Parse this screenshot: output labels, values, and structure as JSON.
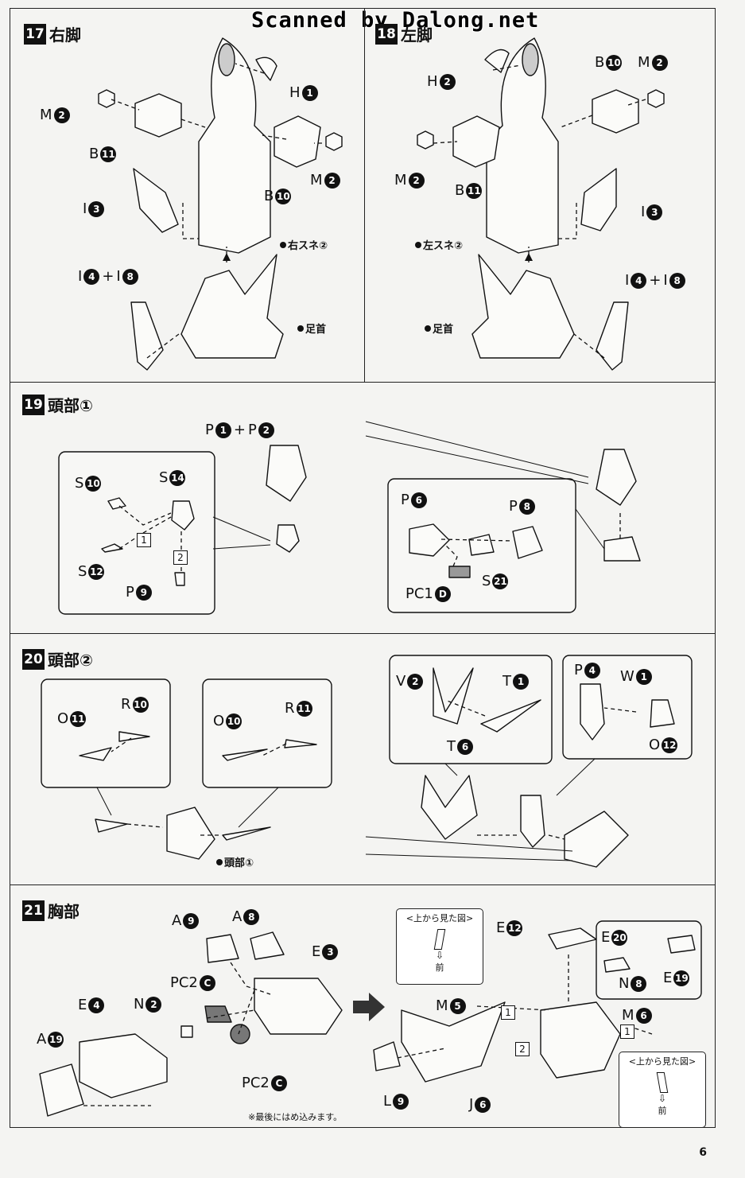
{
  "watermark": "Scanned by Dalong.net",
  "page_number": "6",
  "steps": {
    "s17": {
      "num": "17",
      "title": "右脚",
      "ref_shin": "右スネ②",
      "ref_ankle": "足首"
    },
    "s18": {
      "num": "18",
      "title": "左脚",
      "ref_shin": "左スネ②",
      "ref_ankle": "足首"
    },
    "s19": {
      "num": "19",
      "title": "頭部①"
    },
    "s20": {
      "num": "20",
      "title": "頭部②",
      "ref_head": "頭部①"
    },
    "s21": {
      "num": "21",
      "title": "胸部",
      "note": "※最後にはめ込みます。",
      "view_from_top_1": "<上から見た図>",
      "front_1": "前",
      "view_from_top_2": "<上から見た図>",
      "front_2": "前"
    }
  },
  "labels": {
    "H1": {
      "l": "H",
      "n": "1"
    },
    "M2a": {
      "l": "M",
      "n": "2"
    },
    "B11a": {
      "l": "B",
      "n": "11"
    },
    "B10a": {
      "l": "B",
      "n": "10"
    },
    "M2b": {
      "l": "M",
      "n": "2"
    },
    "I3a": {
      "l": "I",
      "n": "3"
    },
    "I4a": {
      "l": "I",
      "n": "4"
    },
    "I8a": {
      "l": "I",
      "n": "8"
    },
    "H2": {
      "l": "H",
      "n": "2"
    },
    "B10b": {
      "l": "B",
      "n": "10"
    },
    "M2c": {
      "l": "M",
      "n": "2"
    },
    "M2d": {
      "l": "M",
      "n": "2"
    },
    "B11b": {
      "l": "B",
      "n": "11"
    },
    "I3b": {
      "l": "I",
      "n": "3"
    },
    "I4b": {
      "l": "I",
      "n": "4"
    },
    "I8b": {
      "l": "I",
      "n": "8"
    },
    "P1": {
      "l": "P",
      "n": "1"
    },
    "P2": {
      "l": "P",
      "n": "2"
    },
    "S10": {
      "l": "S",
      "n": "10"
    },
    "S14": {
      "l": "S",
      "n": "14"
    },
    "S12": {
      "l": "S",
      "n": "12"
    },
    "P9": {
      "l": "P",
      "n": "9"
    },
    "P6": {
      "l": "P",
      "n": "6"
    },
    "P8": {
      "l": "P",
      "n": "8"
    },
    "S21": {
      "l": "S",
      "n": "21"
    },
    "PC1D": {
      "l": "PC1",
      "n": "D"
    },
    "O11": {
      "l": "O",
      "n": "11"
    },
    "R10": {
      "l": "R",
      "n": "10"
    },
    "O10": {
      "l": "O",
      "n": "10"
    },
    "R11": {
      "l": "R",
      "n": "11"
    },
    "V2": {
      "l": "V",
      "n": "2"
    },
    "T1": {
      "l": "T",
      "n": "1"
    },
    "T6": {
      "l": "T",
      "n": "6"
    },
    "P4": {
      "l": "P",
      "n": "4"
    },
    "W1": {
      "l": "W",
      "n": "1"
    },
    "O12": {
      "l": "O",
      "n": "12"
    },
    "A9": {
      "l": "A",
      "n": "9"
    },
    "A8": {
      "l": "A",
      "n": "8"
    },
    "E3": {
      "l": "E",
      "n": "3"
    },
    "PC2Ca": {
      "l": "PC2",
      "n": "C"
    },
    "E4": {
      "l": "E",
      "n": "4"
    },
    "N2": {
      "l": "N",
      "n": "2"
    },
    "A19": {
      "l": "A",
      "n": "19"
    },
    "PC2Cb": {
      "l": "PC2",
      "n": "C"
    },
    "E12": {
      "l": "E",
      "n": "12"
    },
    "E20": {
      "l": "E",
      "n": "20"
    },
    "N8": {
      "l": "N",
      "n": "8"
    },
    "E19": {
      "l": "E",
      "n": "19"
    },
    "M5": {
      "l": "M",
      "n": "5"
    },
    "M6": {
      "l": "M",
      "n": "6"
    },
    "L9": {
      "l": "L",
      "n": "9"
    },
    "J6": {
      "l": "J",
      "n": "6"
    }
  },
  "squares": {
    "sq1a": "1",
    "sq2a": "2",
    "sq1b": "1",
    "sq1c": "1",
    "sq2b": "2"
  }
}
